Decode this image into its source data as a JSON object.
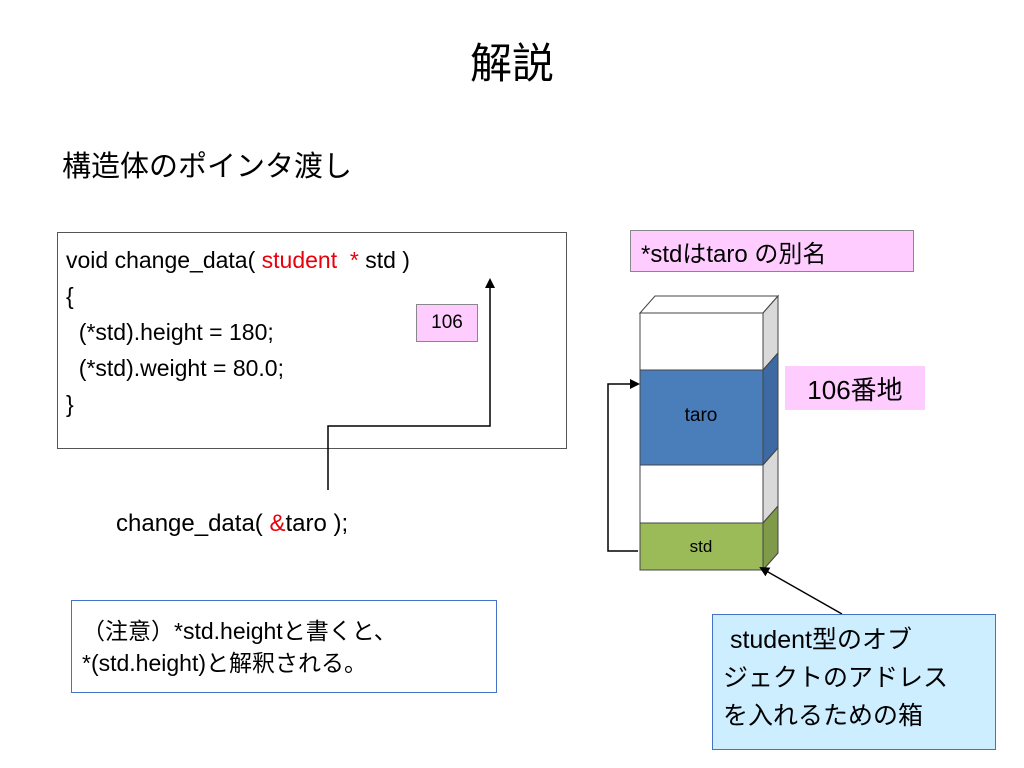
{
  "title": "解説",
  "subtitle": "構造体のポインタ渡し",
  "code": {
    "line1_prefix": "void change_data( ",
    "line1_type": "student ",
    "line1_star": " *",
    "line1_suffix": " std )",
    "line2": "{",
    "line3": "  (*std).height = 180;",
    "line4": "  (*std).weight = 80.0;",
    "line5": "}"
  },
  "address_tag": "106",
  "call": {
    "prefix": "change_data( ",
    "amp": "&",
    "suffix": "taro );"
  },
  "note": {
    "line1": "（注意）*std.heightと書くと、",
    "line2": "*(std.height)と解釈される。"
  },
  "alias_label": "*stdはtaro の別名",
  "address_label": "106番地",
  "memory_blocks": {
    "taro": "taro",
    "std": "std"
  },
  "callout": {
    "line1": " student型のオブ",
    "line2": "ジェクトのアドレス",
    "line3": "を入れるための箱"
  },
  "colors": {
    "highlight_red": "#e8000b",
    "pink_label": "#ffccff",
    "taro_block": "#4a7ebb",
    "std_block": "#9bbb59",
    "callout_bg": "#cceeff",
    "border_blue": "#4472c4"
  }
}
